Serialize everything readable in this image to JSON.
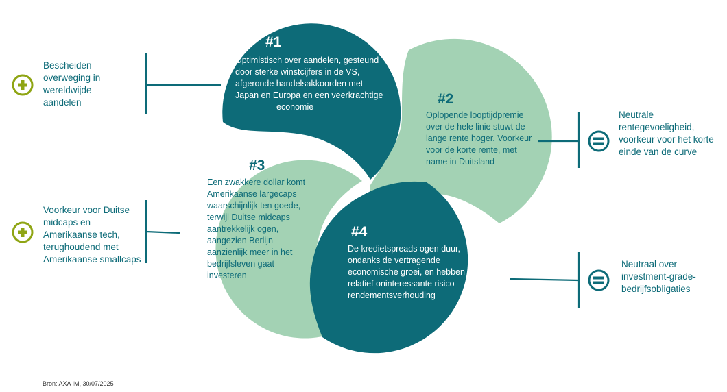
{
  "colors": {
    "dark_teal": "#0d6b78",
    "light_green": "#a3d2b4",
    "olive": "#8fa514"
  },
  "segments": [
    {
      "number": "#1",
      "text": "Optimistisch over aandelen, gesteund door sterke winstcijfers in de VS, afgeronde handelsakkoorden met Japan en Europa en een veerkrachtige economie",
      "lines": [
        "Optimistisch over aandelen, gesteund",
        "door sterke winstcijfers in de VS,",
        "afgeronde handelsakkoorden met",
        "Japan en Europa en een veerkrachtige",
        "economie"
      ],
      "color": "#0d6b78",
      "side_label_lines": [
        "Bescheiden",
        "overweging in",
        "wereldwijde",
        "aandelen"
      ],
      "icon": "plus-icon"
    },
    {
      "number": "#2",
      "text": "Oplopende looptijdpremie over de hele linie stuwt de lange rente hoger. Voorkeur voor de korte rente, met name in Duitsland",
      "lines": [
        "Oplopende looptijdpremie",
        "over de hele linie stuwt de",
        "lange rente hoger. Voorkeur",
        "voor de korte rente, met",
        "name in Duitsland"
      ],
      "color": "#a3d2b4",
      "side_label_lines": [
        "Neutrale",
        "rentegevoeligheid,",
        "voorkeur voor het korte",
        "einde van de curve"
      ],
      "icon": "equals-icon"
    },
    {
      "number": "#3",
      "text": "Een zwakkere dollar komt Amerikaanse largecaps waarschijnlijk ten goede, terwijl Duitse midcaps aantrekkelijk ogen, aangezien Berlijn aanzienlijk meer in het bedrijfsleven gaat investeren",
      "lines": [
        "Een zwakkere dollar komt",
        "Amerikaanse largecaps",
        "waarschijnlijk ten goede,",
        "terwijl Duitse midcaps",
        "aantrekkelijk ogen,",
        "aangezien Berlijn",
        "aanzienlijk meer in het",
        "bedrijfsleven gaat",
        "investeren"
      ],
      "color": "#a3d2b4",
      "side_label_lines": [
        "Voorkeur voor Duitse",
        "midcaps en",
        "Amerikaanse tech,",
        "terughoudend met",
        "Amerikaanse smallcaps"
      ],
      "icon": "plus-icon"
    },
    {
      "number": "#4",
      "text": "De kredietspreads ogen duur, ondanks de vertragende economische groei, en hebben een relatief oninteressante risico-rendementsverhouding",
      "lines": [
        "De kredietspreads ogen duur,",
        "ondanks de vertragende",
        "economische groei, en hebben een",
        "relatief oninteressante risico-",
        "rendementsverhouding"
      ],
      "color": "#0d6b78",
      "side_label_lines": [
        "Neutraal over",
        "investment-grade-",
        "bedrijfsobligaties"
      ],
      "icon": "equals-icon"
    }
  ],
  "source": "Bron: AXA IM,  30/07/2025"
}
